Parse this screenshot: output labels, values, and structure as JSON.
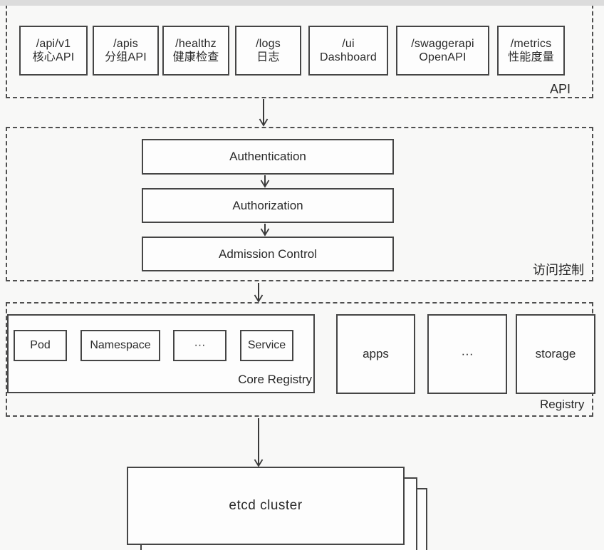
{
  "api_section": {
    "label": "API",
    "items": [
      {
        "line1": "/api/v1",
        "line2": "核心API"
      },
      {
        "line1": "/apis",
        "line2": "分组API"
      },
      {
        "line1": "/healthz",
        "line2": "健康检查"
      },
      {
        "line1": "/logs",
        "line2": "日志"
      },
      {
        "line1": "/ui",
        "line2": "Dashboard"
      },
      {
        "line1": "/swaggerapi",
        "line2": "OpenAPI"
      },
      {
        "line1": "/metrics",
        "line2": "性能度量"
      }
    ]
  },
  "access_control_section": {
    "label": "访问控制",
    "steps": [
      {
        "label": "Authentication"
      },
      {
        "label": "Authorization"
      },
      {
        "label": "Admission Control"
      }
    ]
  },
  "registry_section": {
    "label": "Registry",
    "core_registry": {
      "label": "Core Registry",
      "items": [
        {
          "label": "Pod"
        },
        {
          "label": "Namespace"
        },
        {
          "label": "···"
        },
        {
          "label": "Service"
        }
      ]
    },
    "groups": [
      {
        "label": "apps"
      },
      {
        "label": "···"
      },
      {
        "label": "storage"
      }
    ]
  },
  "etcd_section": {
    "label": "etcd cluster"
  },
  "colors": {
    "line": "#454545",
    "dashed_border": "#4f4f4f",
    "background": "#f8f8f7",
    "box_fill": "#fdfdfd",
    "bottom_bar": "#dcdcdc"
  }
}
